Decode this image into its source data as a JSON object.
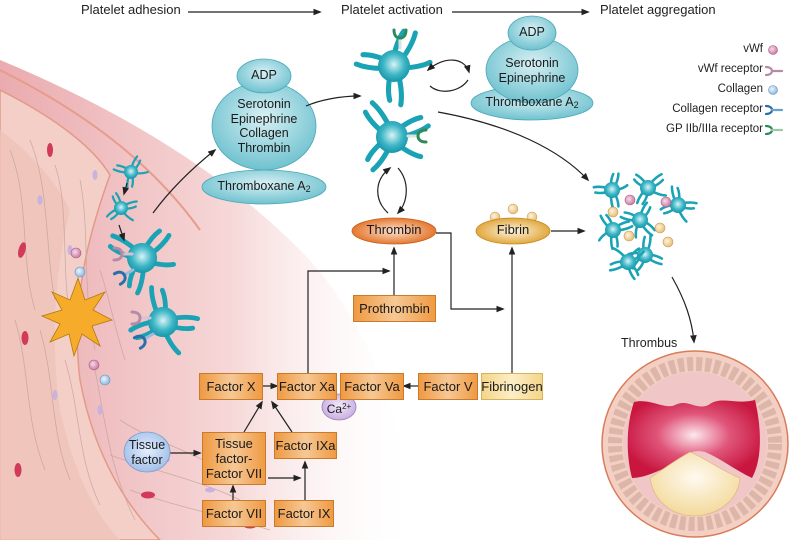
{
  "header": {
    "stages": [
      {
        "label": "Platelet adhesion"
      },
      {
        "label": "Platelet activation"
      },
      {
        "label": "Platelet aggregation"
      }
    ]
  },
  "legend": {
    "items": [
      {
        "label": "vWf",
        "icon": "vwf-circle-icon",
        "color": "#d98fb4"
      },
      {
        "label": "vWf receptor",
        "icon": "vwf-receptor-icon",
        "color": "#b98aa6"
      },
      {
        "label": "Collagen",
        "icon": "collagen-circle-icon",
        "color": "#9cc4e6"
      },
      {
        "label": "Collagen receptor",
        "icon": "collagen-receptor-icon",
        "color": "#2a6fa8"
      },
      {
        "label": "GP IIb/IIIa receptor",
        "icon": "gp-receptor-icon",
        "color": "#2e8a5a"
      }
    ]
  },
  "mediators_left": {
    "top": "ADP",
    "middle": [
      "Serotonin",
      "Epinephrine",
      "Collagen",
      "Thrombin"
    ],
    "bottom_main": "Thromboxane A",
    "bottom_sub": "2"
  },
  "mediators_right": {
    "top": "ADP",
    "middle": [
      "Serotonin",
      "Epinephrine"
    ],
    "bottom_main": "Thromboxane A",
    "bottom_sub": "2"
  },
  "coagulation": {
    "thrombin": "Thrombin",
    "fibrin": "Fibrin",
    "prothrombin": "Prothrombin",
    "factor_x": "Factor X",
    "factor_xa": "Factor Xa",
    "factor_va": "Factor Va",
    "factor_v": "Factor V",
    "fibrinogen": "Fibrinogen",
    "calcium_main": "Ca",
    "calcium_sup": "2+",
    "tissue_factor": [
      "Tissue",
      "factor"
    ],
    "tf_factor_vii": [
      "Tissue",
      "factor-",
      "Factor VII"
    ],
    "factor_ixa": "Factor IXa",
    "factor_vii": "Factor VII",
    "factor_ix": "Factor IX"
  },
  "outcome": {
    "label": "Thrombus"
  },
  "colors": {
    "platelet": "#1aa3b5",
    "mediator_oval": "#8fd0da",
    "factor_box": "#ef9a42",
    "fibrinogen_box": "#f4d58a",
    "thrombin_oval": "#e8772a",
    "fibrin_oval": "#e3a83a",
    "clot_red": "#c8163f",
    "plaque_yellow": "#f5dfa4",
    "injury_star": "#f5a623"
  }
}
